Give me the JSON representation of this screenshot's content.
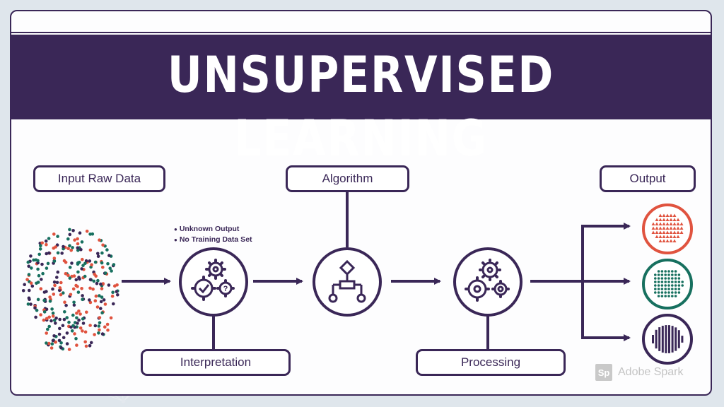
{
  "title": "UNSUPERVISED LEARNING",
  "labels": {
    "input": "Input Raw Data",
    "algorithm": "Algorithm",
    "output": "Output",
    "interpretation": "Interpretation",
    "processing": "Processing"
  },
  "notes": [
    "Unknown Output",
    "No Training Data Set"
  ],
  "watermark": {
    "logo": "Sp",
    "text": "Adobe Spark"
  },
  "colors": {
    "primary": "#3a2757",
    "red": "#e0533f",
    "green": "#17705f",
    "purple": "#3a2757",
    "background": "#fdfdfe"
  },
  "icons": [
    "gears-icon",
    "flowchart-icon",
    "gears-icon"
  ]
}
